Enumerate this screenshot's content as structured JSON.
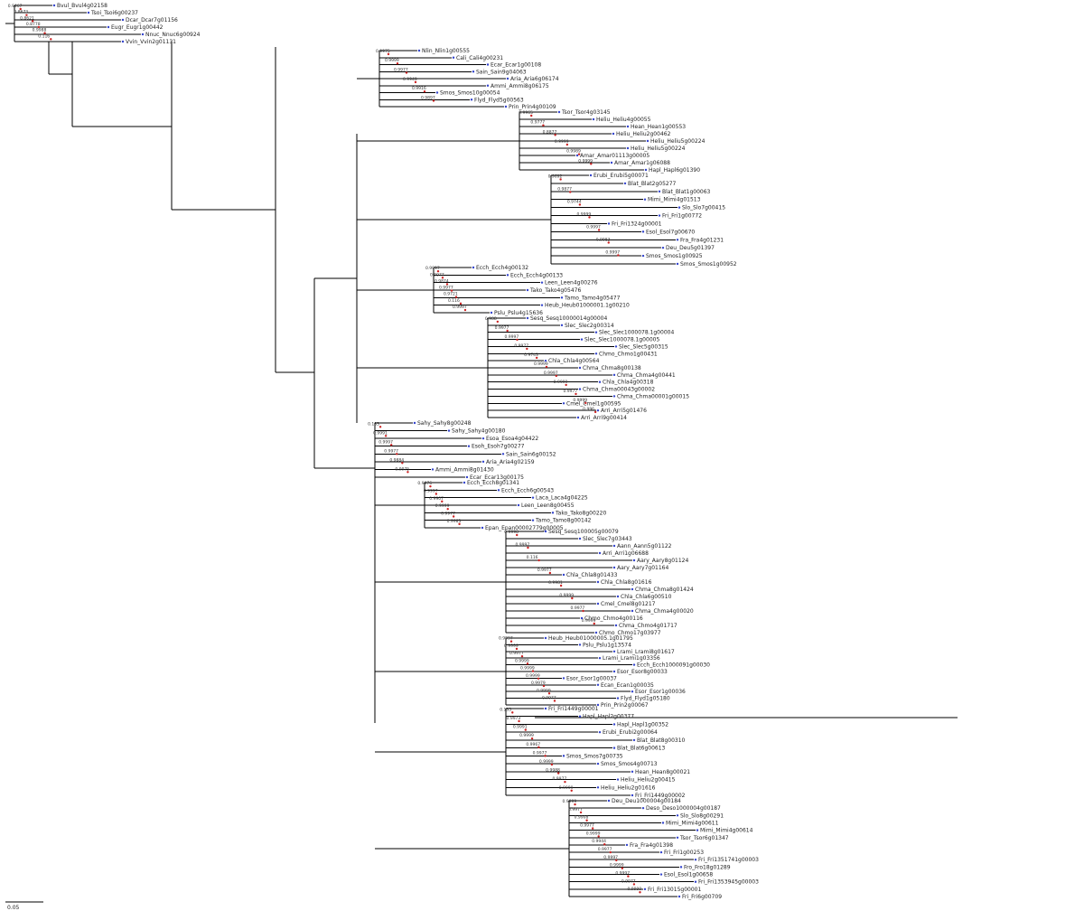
{
  "tree": {
    "scale_label": "0.05",
    "clades": [
      {
        "tips": [
          "Bvul_Bvul4g02158",
          "Tsoi_Tsoi6g00237",
          "Dcar_Dcar7g01156",
          "Eugr_Eugr1g00442",
          "Nnuc_Nnuc6g00924",
          "Vvin_Vvin2g01131"
        ],
        "supports": [
          "0.9467",
          "0.8673",
          "0.8621",
          "0.8778",
          "0.9988",
          "0.116"
        ]
      },
      {
        "tips": [
          "Nlin_Nlin1g00555",
          "Cali_Cali4g00231",
          "Ecar_Ecar1g00108",
          "Sain_Sain9g04063",
          "Aria_Aria6g06174",
          "Ammi_Ammi8g06175",
          "Smos_Smos10g00054",
          "Flyd_Flyd5g00563",
          "Prin_Prin4g00109"
        ],
        "supports": [
          "0.9975",
          "0.9999",
          "0.9977",
          "0.9949",
          "0.9916",
          "0.9897"
        ]
      },
      {
        "tips": [
          "Tsor_Tsor4g03145",
          "Heliu_Heliu4g00055",
          "Hean_Hean1g00553",
          "Heliu_Heliu2g00462",
          "Heliu_Heliu5g00224",
          "Heliu_Heliu5g00224",
          "Amar_Amar01113g00005",
          "Amar_Amar1g06088",
          "Hapl_Hapl6g01390"
        ],
        "supports": [
          "0.9965",
          "0.9777",
          "0.8877",
          "0.9999",
          "0.9989",
          "0.9999"
        ]
      },
      {
        "tips": [
          "Erubi_Erubi5g00071",
          "Blat_Blat2g05277",
          "Blat_Blat1g00063",
          "Mimi_Mimi4g01513",
          "Slo_Slo7g00415",
          "Fri_Fri1g00772",
          "Fri_Fri1324g00001",
          "Esol_Esol7g00670",
          "Fra_Fra4g01231",
          "Deu_Deu5g01397",
          "Smos_Smos1g00925",
          "Smos_Smos1g00952"
        ],
        "supports": [
          "0.9692",
          "0.9877",
          "0.9744",
          "0.9999",
          "0.9997",
          "0.9983",
          "0.9997"
        ]
      },
      {
        "tips": [
          "Ecch_Ecch4g00132",
          "Ecch_Ecch4g00133",
          "Leen_Leen4g00276",
          "Tako_Tako4g05476",
          "Tamo_Tamo4g05477",
          "Heub_Heub01000001.1g00210",
          "Pslu_Pslu4g15636"
        ],
        "supports": [
          "0.9997",
          "0.9977",
          "0.9874",
          "0.9977",
          "0.9721",
          "0.116",
          "0.9997"
        ]
      },
      {
        "tips": [
          "Sesq_Sesq10000014g00004",
          "Slec_Slec2g00314",
          "Slec_Slec1000078.1g00004",
          "Slec_Slec1000078.1g00005",
          "Slec_Slec5g00315",
          "Chmo_Chmo1g00431",
          "Chla_Chla4g00564",
          "Chma_Chma8g00138",
          "Chma_Chma4g00441",
          "Chla_Chla4g00318",
          "Chma_Chma00043g00002",
          "Chma_Chma00001g00015",
          "Cmel_Cmel1g00595",
          "Arri_Arri5g01476",
          "Arri_Arri9g00414"
        ],
        "supports": [
          "0.988",
          "0.9977",
          "0.9997",
          "0.9977",
          "0.9743",
          "0.9999",
          "0.9997",
          "0.9999",
          "0.9977",
          "0.9999",
          "0.996"
        ]
      },
      {
        "tips": [
          "Sahy_Sahy8g00248",
          "Sahy_Sahy4g00180",
          "Esoa_Esoa4g04422",
          "Esoh_Esoh7g00277",
          "Sain_Sain6g00152",
          "Aria_Aria4g02159",
          "Ammi_Ammi8g01430",
          "Ecar_Ecar13g00175"
        ],
        "supports": [
          "0.133",
          "0.9991",
          "0.9997",
          "0.9977",
          "0.9884",
          "0.9975"
        ]
      },
      {
        "tips": [
          "Ecch_Ecch8g01341",
          "Ecch_Ecch6g00543",
          "Laca_Laca4g04225",
          "Leen_Leen8g00455",
          "Tako_Tako8g00220",
          "Tamo_Tamo8g00142",
          "Epan_Epan00002779g00005"
        ],
        "supports": [
          "0.9976",
          "0.9997",
          "0.9907",
          "0.9999",
          "0.9977",
          "0.9983"
        ]
      },
      {
        "tips": [
          "Sesq_Sesq100005g00079",
          "Slec_Slec7g03443",
          "Aann_Aann5g01122",
          "Arri_Arri1g06688",
          "Aary_Aary8g01124",
          "Aary_Aary7g01164",
          "Chla_Chla8g01433",
          "Chla_Chla8g01616",
          "Chma_Chma8g01424",
          "Chla_Chla6g00510",
          "Cmel_Cmel8g01217",
          "Chma_Chma4g00020",
          "Chmo_Chmo4g00116",
          "Chma_Chmo4g01717",
          "Chmo_Chmo17g03977"
        ],
        "supports": [
          "0.9998",
          "0.9997",
          "0.116",
          "0.9977",
          "0.9981",
          "0.9999",
          "0.9977",
          "0.9999"
        ]
      },
      {
        "tips": [
          "Heub_Heub01000005.1g01795",
          "Pslu_Pslu1g13574",
          "Lrami_Lrami8g01617",
          "Lrami_Lrami1g03356",
          "Ecch_Ecch1000091g00030",
          "Esor_Esor8g00033",
          "Esor_Esor1g00037",
          "Ecan_Ecan1g00035",
          "Esor_Esor1g00036",
          "Flyd_Flyd1g05180",
          "Prin_Prin2g00067"
        ],
        "supports": [
          "0.9997",
          "0.9999",
          "0.9977",
          "0.9999",
          "0.9999",
          "0.9999",
          "0.9979",
          "0.9999",
          "0.9977"
        ]
      },
      {
        "tips": [
          "Fri_Fri1449g00001",
          "Hapl_Hapl2g00377",
          "Hapl_Hapl1g00352",
          "Erubi_Erubi2g00064",
          "Blat_Blat8g00310",
          "Blat_Blat6g00613",
          "Smos_Smos7g00735",
          "Smos_Smos4g00713",
          "Hean_Hean8g00021",
          "Heliu_Heliu2g00415",
          "Heliu_Heliu2g01616",
          "Fri_Fri1449g00002"
        ],
        "supports": [
          "0.135",
          "0.9973",
          "0.9991",
          "0.9999",
          "0.9967",
          "0.9977",
          "0.9999",
          "0.9988",
          "0.9977",
          "0.9999"
        ]
      },
      {
        "tips": [
          "Deu_Deu1000004g00184",
          "Deso_Deso1000004g00187",
          "Slo_Slo8g00291",
          "Mimi_Mimi4g00611",
          "Mimi_Mimi4g00614",
          "Tsor_Tsor6g01347",
          "Fra_Fra4g01398",
          "Fri_Fri1g00253",
          "Fri_Fri1351741g00003",
          "Fro_Fro18g01289",
          "Esol_Esol1g00658",
          "Fri_Fri1353945g00003",
          "Fri_Fri13015g00001",
          "Fri_Fri6g00709"
        ],
        "supports": [
          "0.9999",
          "0.9977",
          "0.9908",
          "0.9977",
          "0.9999",
          "0.9944",
          "0.9977",
          "0.9997",
          "0.9999",
          "0.9997",
          "0.9977",
          "0.9999"
        ]
      }
    ]
  }
}
